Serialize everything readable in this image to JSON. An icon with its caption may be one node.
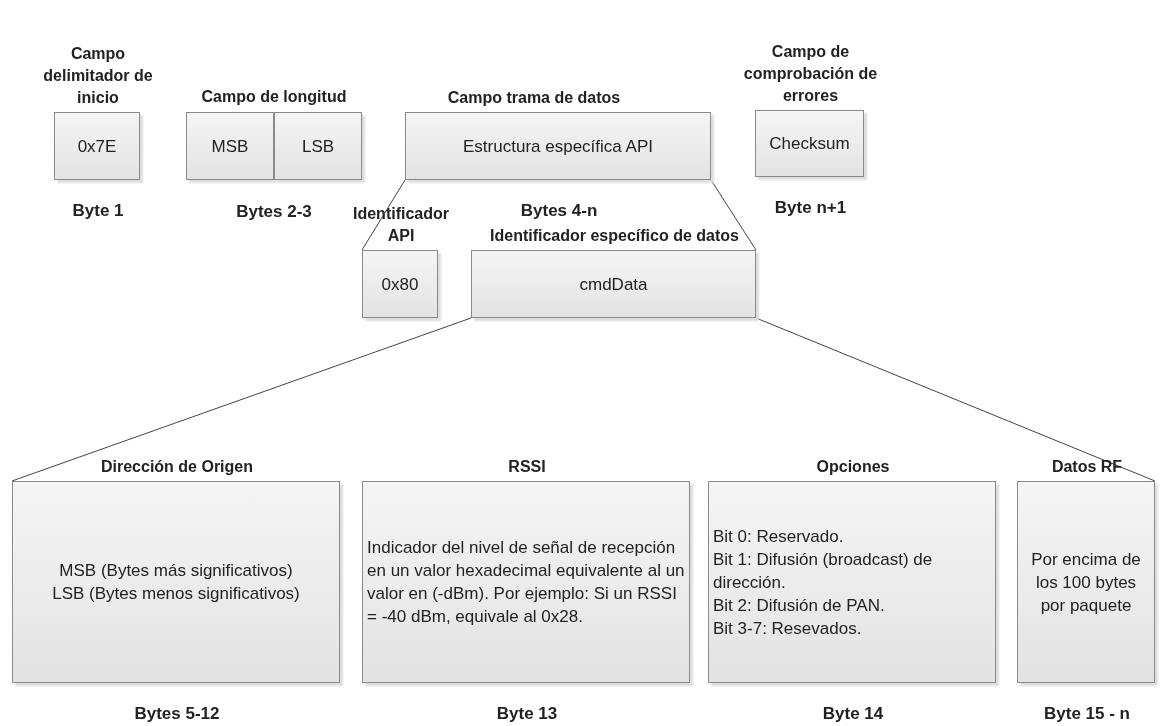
{
  "diagram": {
    "nodes": [
      {
        "text": [
          "Campo delimitador de inicio",
          "0x7E"
        ],
        "beside": [
          "Byte 1"
        ]
      },
      {
        "text": [
          "Campo de longitud"
        ],
        "beside": [
          "Bytes 2-3"
        ]
      },
      {
        "text": [
          "MSB"
        ],
        "in": 1
      },
      {
        "text": [
          "LSB"
        ],
        "in": 1
      },
      {
        "text": [
          "Campo trama de datos",
          "Estructura específica API"
        ],
        "beside": [
          "Bytes 4-n"
        ]
      },
      {
        "text": [
          "Campo de comprobación de errores",
          "Checksum"
        ],
        "beside": [
          "Byte n+1"
        ]
      },
      {
        "text": [
          "Identificador API",
          "0x80"
        ]
      },
      {
        "text": [
          "Identificador específico de datos",
          "cmdData"
        ]
      },
      {
        "text": [
          "Dirección de Origen",
          "MSB (Bytes más significativos)",
          "LSB (Bytes menos significativos)"
        ],
        "beside": [
          "Bytes 5-12"
        ]
      },
      {
        "text": [
          "RSSI",
          "Indicador del nivel de señal de recepción en un valor hexadecimal equivalente al un valor en (-dBm). Por ejemplo: Si un RSSI = -40 dBm, equivale al 0x28."
        ],
        "beside": [
          "Byte 13"
        ]
      },
      {
        "text": [
          "Opciones",
          "Bit 0: Reservado.",
          "Bit 1: Difusión (broadcast) de dirección.",
          "Bit 2: Difusión de PAN.",
          "Bit 3-7: Resevados."
        ],
        "beside": [
          "Byte 14"
        ]
      },
      {
        "text": [
          "Datos RF",
          "Por encima de los 100 bytes por paquete"
        ],
        "beside": [
          "Byte 15 - n"
        ]
      }
    ],
    "edges": [
      {
        "from": 4,
        "to": 6,
        "arrow": "none"
      },
      {
        "from": 4,
        "to": 7,
        "arrow": "none"
      },
      {
        "from": 7,
        "to": 8,
        "arrow": "none"
      },
      {
        "from": 7,
        "to": 11,
        "arrow": "none"
      }
    ]
  }
}
